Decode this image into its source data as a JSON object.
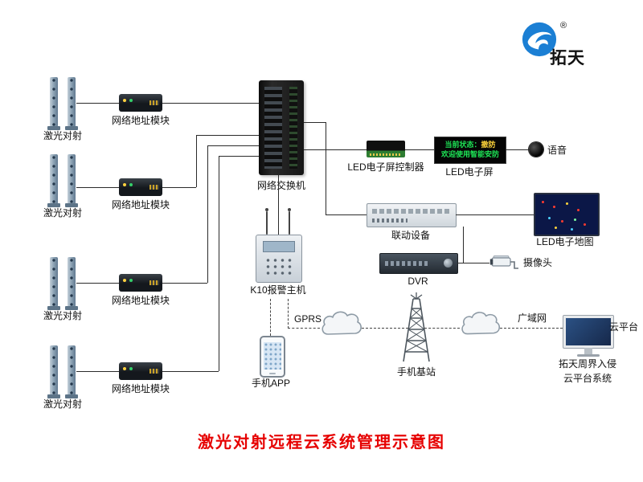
{
  "logo": {
    "brand": "拓天",
    "reg": "®"
  },
  "title": "激光对射远程云系统管理示意图",
  "left": {
    "lasers": [
      "激光对射",
      "激光对射",
      "激光对射",
      "激光对射"
    ],
    "modules": [
      "网络地址模块",
      "网络地址模块",
      "网络地址模块",
      "网络地址模块"
    ]
  },
  "center": {
    "switch": "网络交换机",
    "k10": "K10报警主机",
    "gprs": "GPRS",
    "phone_app": "手机APP",
    "base_station": "手机基站"
  },
  "right": {
    "led_controller": "LED电子屏控制器",
    "led_screen": "LED电子屏",
    "led_screen_status_prefix": "当前状态：",
    "led_screen_status_value": "撤防",
    "led_screen_line2": "欢迎使用智能安防",
    "voice": "语音",
    "linkage": "联动设备",
    "led_map": "LED电子地图",
    "dvr": "DVR",
    "camera": "摄像头",
    "wan": "广域网",
    "cloud_platform": "云平台",
    "platform_line1": "拓天周界入侵",
    "platform_line2": "云平台系统"
  },
  "colors": {
    "title_red": "#e60000",
    "led_text_green": "#1ee556",
    "led_status_yellow": "#ffd43b",
    "logo_blue": "#1b7fd4",
    "line": "#2b2b2b"
  }
}
